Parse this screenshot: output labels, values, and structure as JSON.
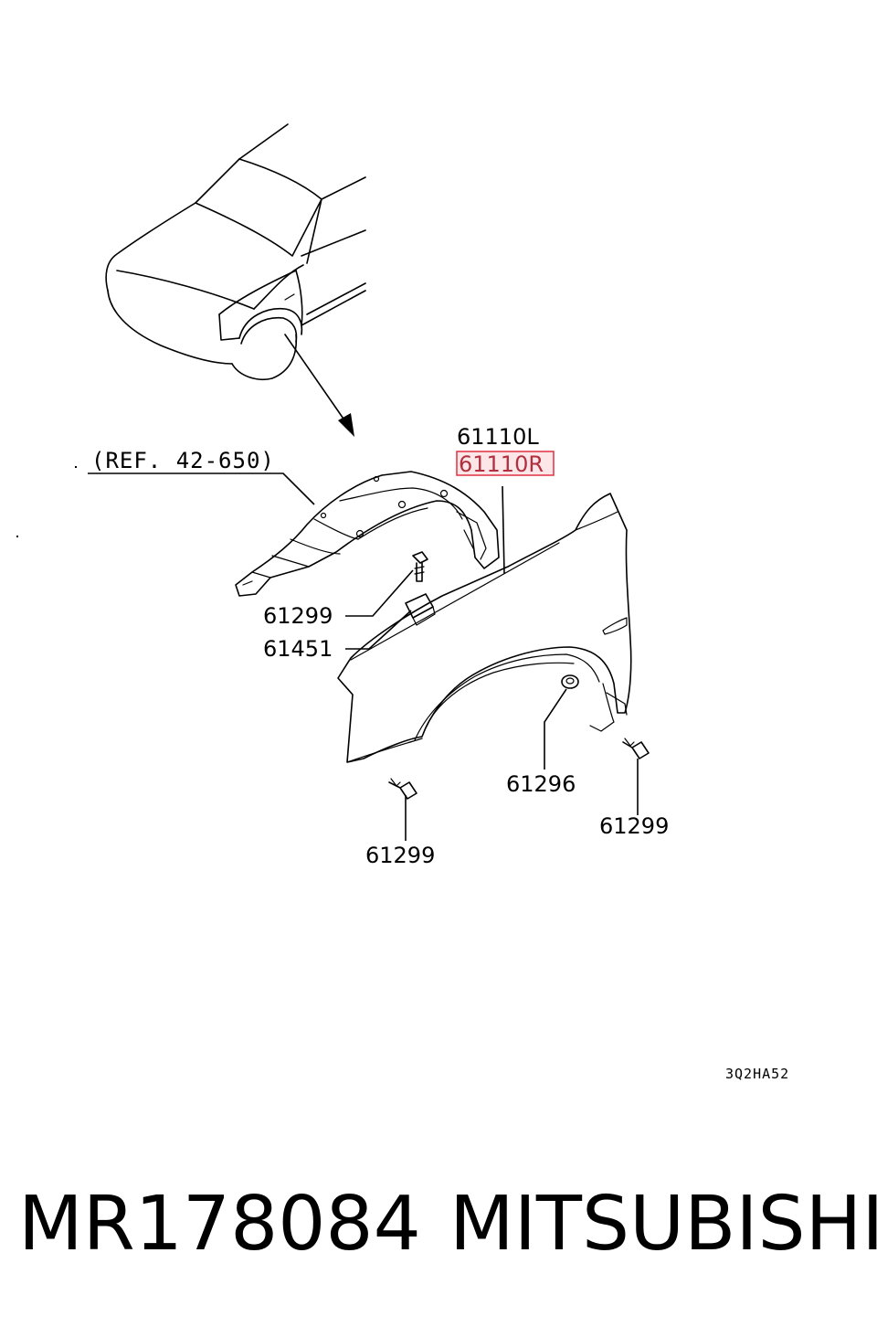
{
  "diagram": {
    "labels": {
      "fender_left": "61110L",
      "fender_right": "61110R",
      "reference": "(REF. 42-650)",
      "bolt_upper": "61299",
      "bracket": "61451",
      "nut": "61296",
      "bolt_right": "61299",
      "bolt_bottom": "61299"
    },
    "drawing_code": "3Q2HA52",
    "highlight_color": "#e03040"
  },
  "footer": {
    "part_number": "MR178084",
    "brand": "MITSUBISHI"
  }
}
